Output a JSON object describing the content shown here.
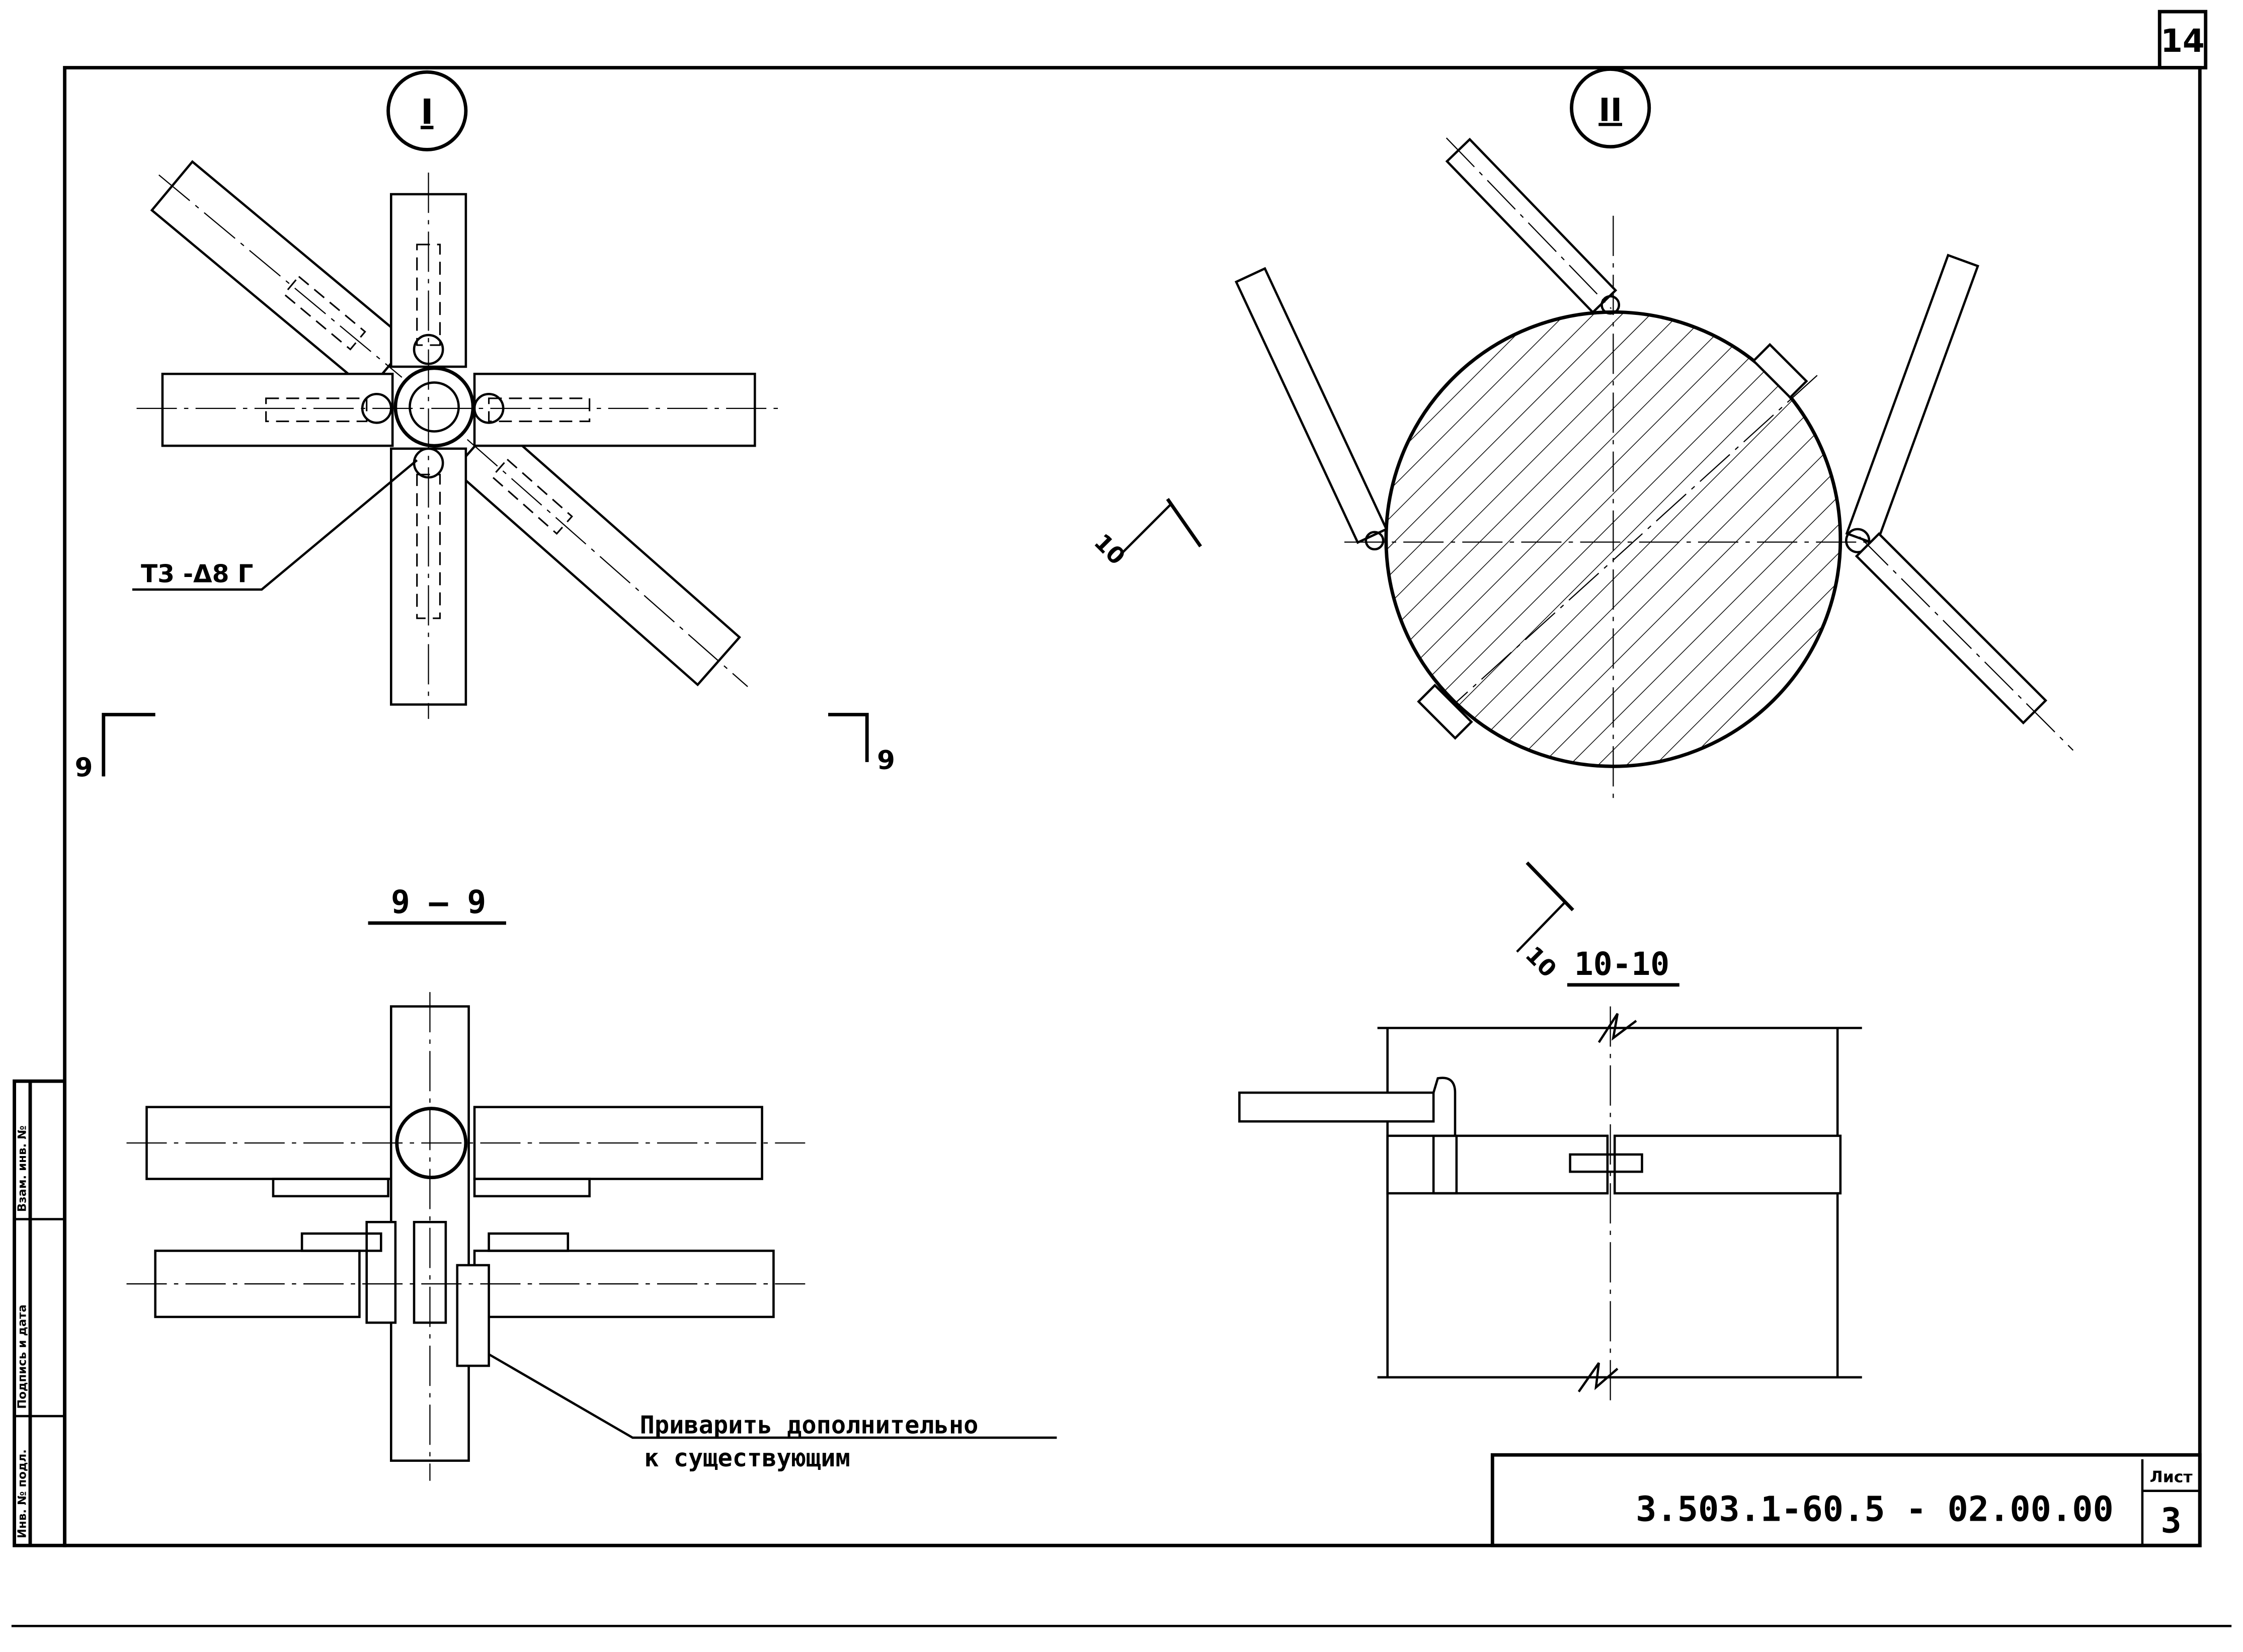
{
  "sheet_corner_number": "14",
  "views": {
    "view_1": {
      "label": "I"
    },
    "view_2": {
      "label": "II"
    }
  },
  "weld_note": "Т3 -Δ8 Г",
  "section_9": {
    "mark_left": "9",
    "mark_right": "9",
    "title": "9 – 9"
  },
  "section_10": {
    "mark_top": "10",
    "mark_bottom": "10",
    "title": "10-10"
  },
  "weld_extra_note": {
    "line1": "Приварить дополнительно",
    "line2": "к существующим"
  },
  "title_block": {
    "designation": "3.503.1-60.5 - 02.00.00",
    "sheet_label": "Лист",
    "sheet_number": "3"
  },
  "side_stamp": {
    "cell1": "Инв. № подл.",
    "cell2": "Подпись и дата",
    "cell3": "Взам. инв. №"
  }
}
